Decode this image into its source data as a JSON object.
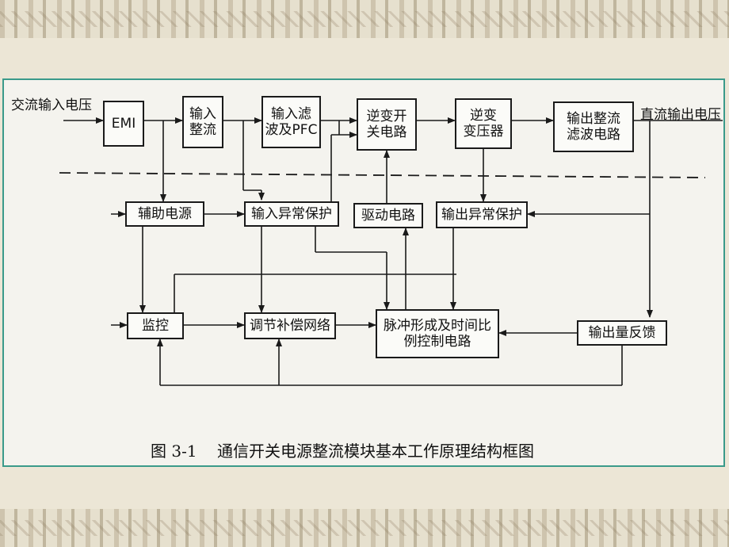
{
  "diagram": {
    "inputs": {
      "ac_input_voltage": "交流输入电压",
      "dc_output_voltage": "直流输出电压"
    },
    "blocks": {
      "emi": "EMI",
      "input_rectifier": "输入\n整流",
      "input_filter_pfc": "输入滤\n波及PFC",
      "inverter_switch_circuit": "逆变开\n关电路",
      "inverter_transformer": "逆变\n变压器",
      "output_rectifier_filter": "输出整流\n滤波电路",
      "auxiliary_power": "辅助电源",
      "input_fault_protection": "输入异常保护",
      "drive_circuit": "驱动电路",
      "output_fault_protection": "输出异常保护",
      "monitor": "监控",
      "regulation_compensation_network": "调节补偿网络",
      "pwm_timing_control": "脉冲形成及时间比\n例控制电路",
      "output_feedback": "输出量反馈"
    },
    "caption": "图 3-1    通信开关电源整流模块基本工作原理结构框图"
  },
  "colors": {
    "frame_border": "#3a9a8a",
    "line": "#1a1a1a",
    "background": "#ece6d6"
  }
}
